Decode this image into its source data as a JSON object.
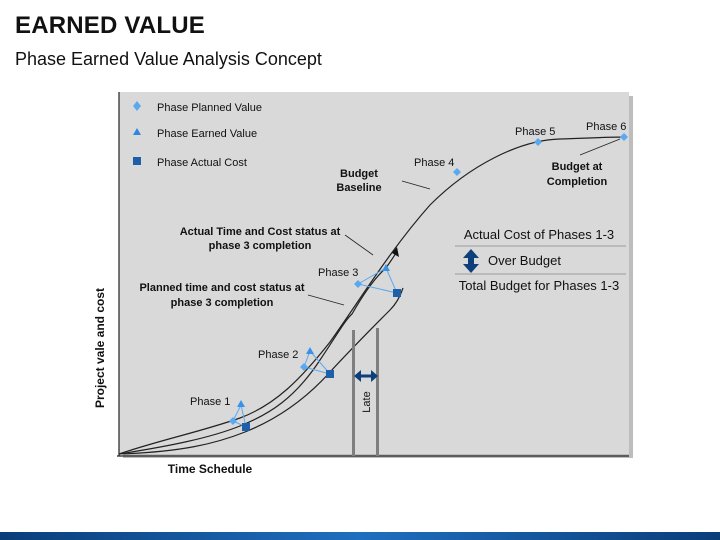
{
  "header": {
    "title": "EARNED VALUE",
    "subtitle": "Phase Earned Value Analysis Concept"
  },
  "colors": {
    "panel": "#d9d9d9",
    "marker": "#5aa9f0",
    "marker_dark": "#1d5fa8",
    "curve": "#222222",
    "late_bar": "#7f7f7f"
  },
  "legend": {
    "planned": "Phase Planned Value",
    "earned": "Phase Earned Value",
    "actual": "Phase Actual Cost"
  },
  "axes": {
    "y_label": "Project vale and cost",
    "x_label": "Time Schedule"
  },
  "phases": {
    "p1": "Phase 1",
    "p2": "Phase 2",
    "p3": "Phase 3",
    "p4": "Phase 4",
    "p5": "Phase 5",
    "p6": "Phase 6"
  },
  "annotations": {
    "budget_baseline_1": "Budget",
    "budget_baseline_2": "Baseline",
    "budget_completion_1": "Budget at",
    "budget_completion_2": "Completion",
    "actual_status_1": "Actual Time and Cost status at",
    "actual_status_2": "phase 3 completion",
    "planned_status_1": "Planned time and cost status at",
    "planned_status_2": "phase 3 completion",
    "late": "Late"
  },
  "side_panel": {
    "actual_cost": "Actual Cost of Phases 1-3",
    "over_budget": "Over Budget",
    "total_budget": "Total Budget for Phases 1-3"
  }
}
